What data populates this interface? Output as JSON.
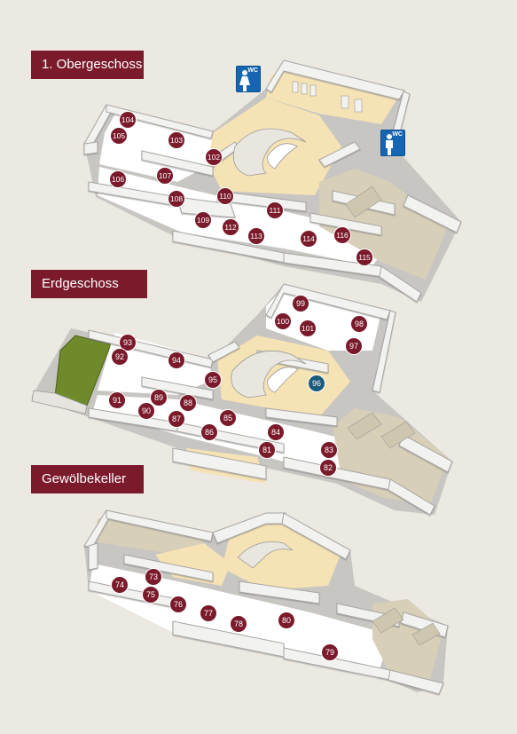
{
  "floors": [
    {
      "id": "obergeschoss",
      "label": "1. Obergeschoss",
      "rooms": [
        "104",
        "105",
        "103",
        "102",
        "106",
        "107",
        "108",
        "110",
        "109",
        "112",
        "113",
        "111",
        "114",
        "116",
        "115"
      ]
    },
    {
      "id": "erdgeschoss",
      "label": "Erdgeschoss",
      "rooms": [
        "99",
        "100",
        "101",
        "98",
        "93",
        "92",
        "94",
        "97",
        "95",
        "96",
        "91",
        "89",
        "90",
        "88",
        "87",
        "85",
        "86",
        "84",
        "81",
        "83",
        "82"
      ]
    },
    {
      "id": "gewoelbekeller",
      "label": "Gewölbekeller",
      "rooms": [
        "74",
        "73",
        "75",
        "76",
        "77",
        "78",
        "80",
        "79"
      ]
    }
  ],
  "toilets": [
    {
      "type": "women",
      "label": "WC"
    },
    {
      "type": "men",
      "label": "WC"
    }
  ],
  "colors": {
    "room_marker": "#7a1a2b",
    "highlight_marker": "#1a5a7a",
    "floor_label_bg": "#7a1a2b",
    "wall_top": "#f2f2f0",
    "wall_side": "#c8c6c2",
    "floor_white": "#ffffff",
    "floor_cream": "#f6e3b5",
    "floor_tan": "#d8cfb9",
    "garden": "#6f8a2a",
    "wc_blue": "#1565b3",
    "background": "#ece8e2"
  },
  "highlighted_room": "96"
}
